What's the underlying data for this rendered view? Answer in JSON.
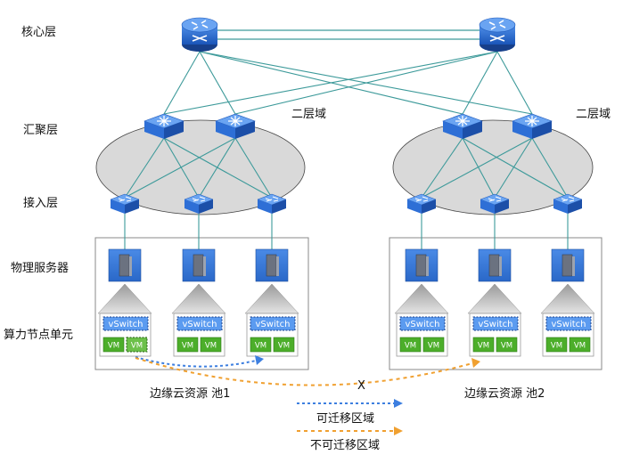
{
  "layers": {
    "core": "核心层",
    "aggregation": "汇聚层",
    "access": "接入层",
    "physical_server": "物理服务器",
    "compute_unit": "算力节点单元"
  },
  "domains": {
    "left": "二层域",
    "right": "二层域"
  },
  "pools": {
    "pool1": "边缘云资源 池1",
    "pool2": "边缘云资源 池2"
  },
  "node": {
    "vswitch": "vSwitch",
    "vm": "VM"
  },
  "migration": {
    "blocked_mark": "X"
  },
  "legend": {
    "migratable": "可迁移区域",
    "not_migratable": "不可迁移区域"
  },
  "colors": {
    "link": "#3d9a9a",
    "domain_fill": "#d9d9d9",
    "vswitch_fill": "#5b9bf0",
    "vm_fill": "#4cae2a",
    "server_fill": "#3a7bd5",
    "device_fill": "#2e6fd6",
    "migratable_arrow": "#3d7fe0",
    "not_migratable_arrow": "#f0a030"
  }
}
